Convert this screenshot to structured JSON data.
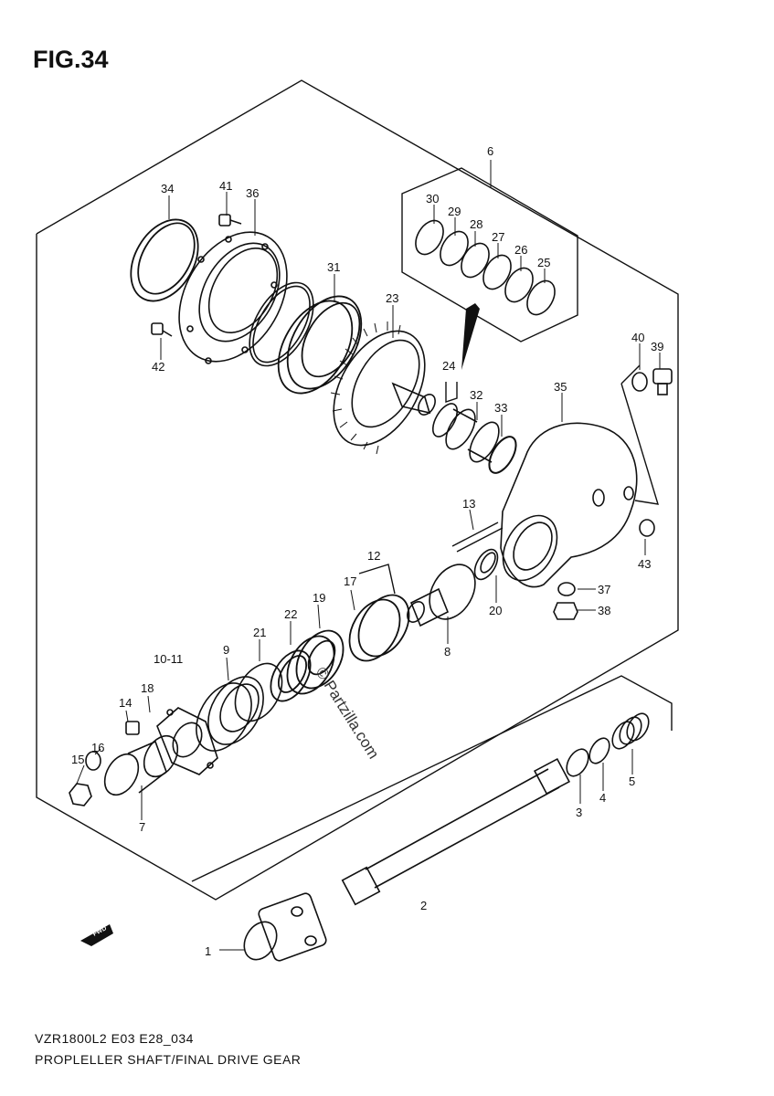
{
  "figure": {
    "title": "FIG.34",
    "model_code": "VZR1800L2 E03 E28_034",
    "description": "PROPLELLER SHAFT/FINAL DRIVE GEAR",
    "watermark": "© Partzilla.com",
    "direction_marker": "FWD"
  },
  "callouts": [
    {
      "id": "1",
      "label": "1"
    },
    {
      "id": "2",
      "label": "2"
    },
    {
      "id": "3",
      "label": "3"
    },
    {
      "id": "4",
      "label": "4"
    },
    {
      "id": "5",
      "label": "5"
    },
    {
      "id": "6",
      "label": "6"
    },
    {
      "id": "7",
      "label": "7"
    },
    {
      "id": "8",
      "label": "8"
    },
    {
      "id": "9",
      "label": "9"
    },
    {
      "id": "10-11",
      "label": "10-11"
    },
    {
      "id": "12",
      "label": "12"
    },
    {
      "id": "13",
      "label": "13"
    },
    {
      "id": "14",
      "label": "14"
    },
    {
      "id": "15",
      "label": "15"
    },
    {
      "id": "16",
      "label": "16"
    },
    {
      "id": "17",
      "label": "17"
    },
    {
      "id": "18",
      "label": "18"
    },
    {
      "id": "19",
      "label": "19"
    },
    {
      "id": "20",
      "label": "20"
    },
    {
      "id": "21",
      "label": "21"
    },
    {
      "id": "22",
      "label": "22"
    },
    {
      "id": "23",
      "label": "23"
    },
    {
      "id": "24",
      "label": "24"
    },
    {
      "id": "25",
      "label": "25"
    },
    {
      "id": "26",
      "label": "26"
    },
    {
      "id": "27",
      "label": "27"
    },
    {
      "id": "28",
      "label": "28"
    },
    {
      "id": "29",
      "label": "29"
    },
    {
      "id": "30",
      "label": "30"
    },
    {
      "id": "31",
      "label": "31"
    },
    {
      "id": "32",
      "label": "32"
    },
    {
      "id": "33",
      "label": "33"
    },
    {
      "id": "34",
      "label": "34"
    },
    {
      "id": "35",
      "label": "35"
    },
    {
      "id": "36",
      "label": "36"
    },
    {
      "id": "37",
      "label": "37"
    },
    {
      "id": "38",
      "label": "38"
    },
    {
      "id": "39",
      "label": "39"
    },
    {
      "id": "40",
      "label": "40"
    },
    {
      "id": "41",
      "label": "41"
    },
    {
      "id": "42",
      "label": "42"
    },
    {
      "id": "43",
      "label": "43"
    }
  ]
}
